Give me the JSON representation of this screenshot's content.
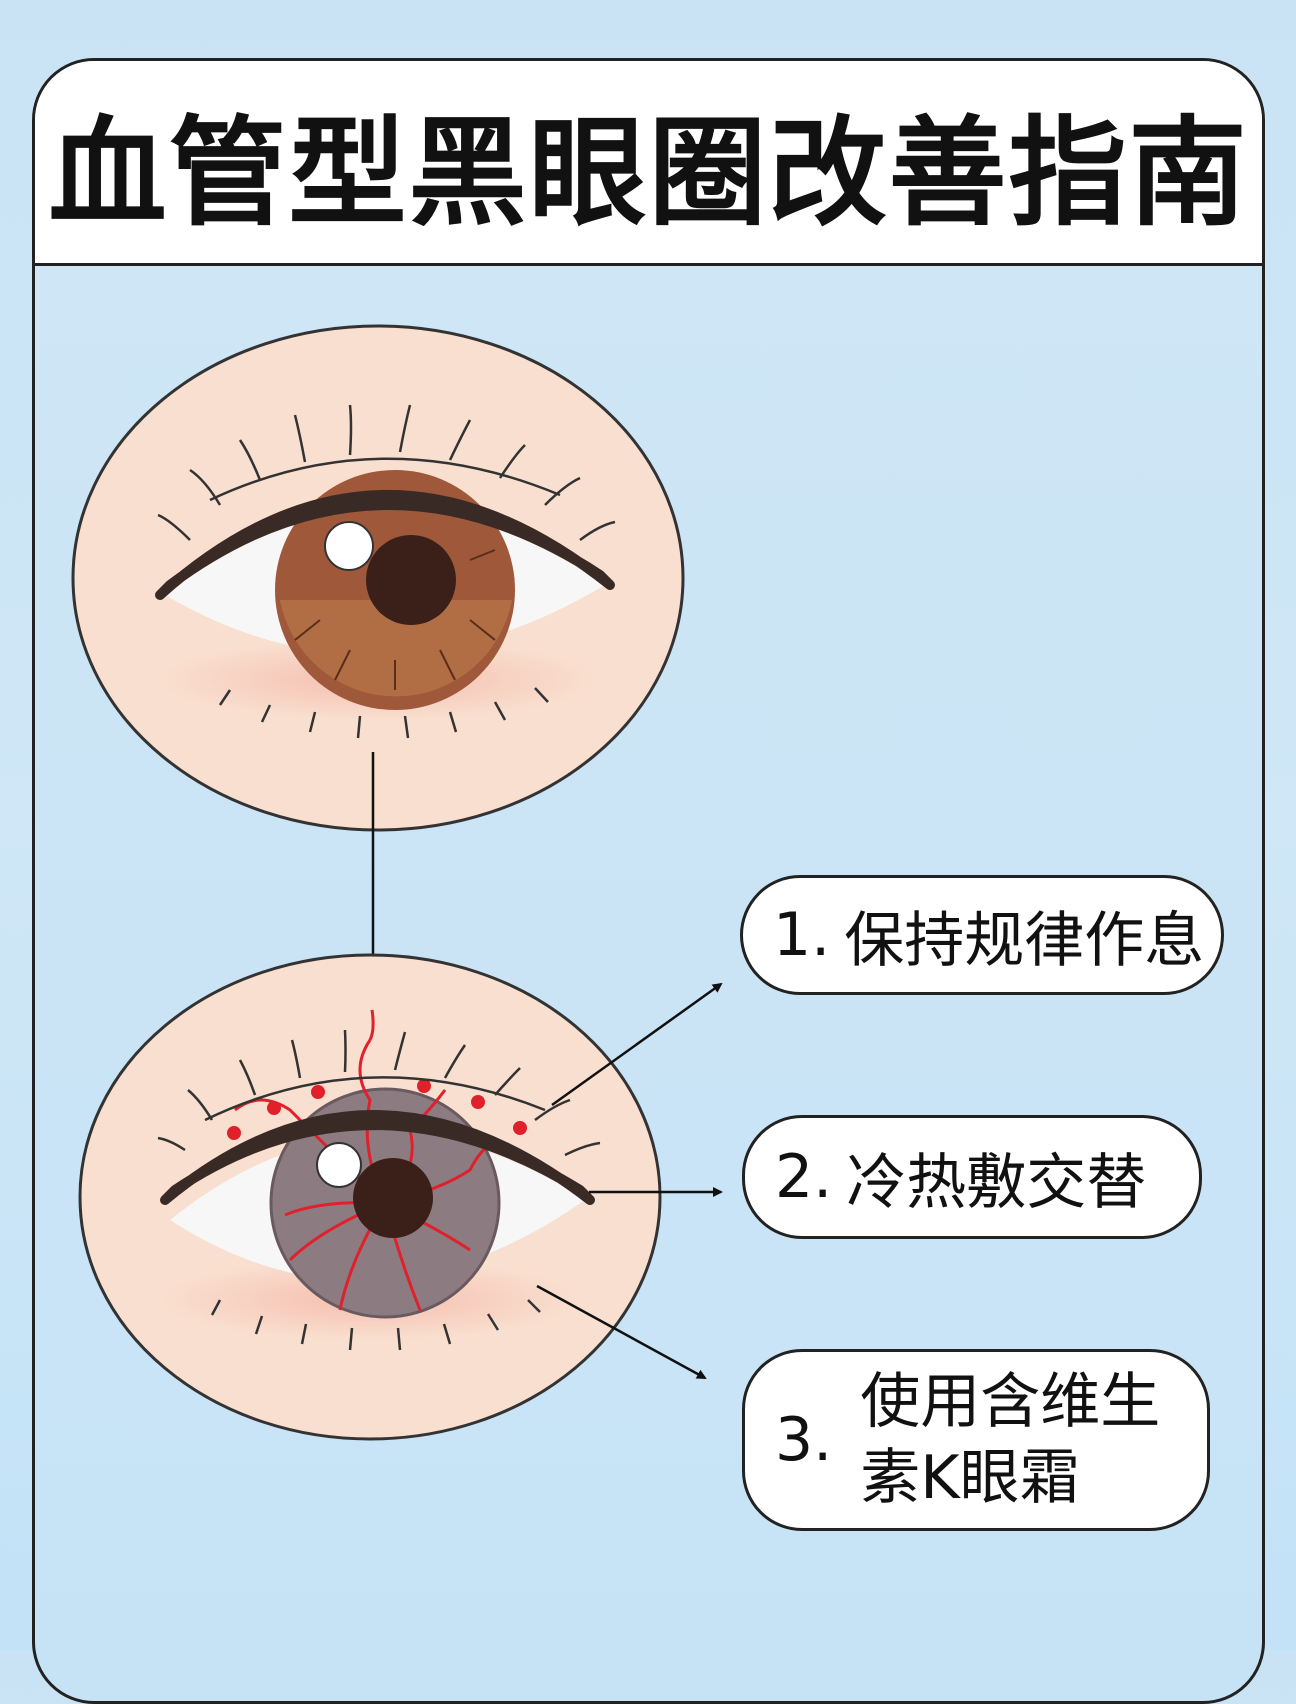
{
  "title": "血管型黑眼圈改善指南",
  "tips": [
    {
      "number": "1.",
      "text": "保持规律作息"
    },
    {
      "number": "2.",
      "text": "冷热敷交替"
    },
    {
      "number": "3.",
      "line1": "使用含维生",
      "line2": "素K眼霜"
    }
  ],
  "colors": {
    "skin": "#f9dfcf",
    "iris_healthy": "#a0583a",
    "iris_affected": "#8c7c82",
    "vessel": "#e0202a"
  }
}
